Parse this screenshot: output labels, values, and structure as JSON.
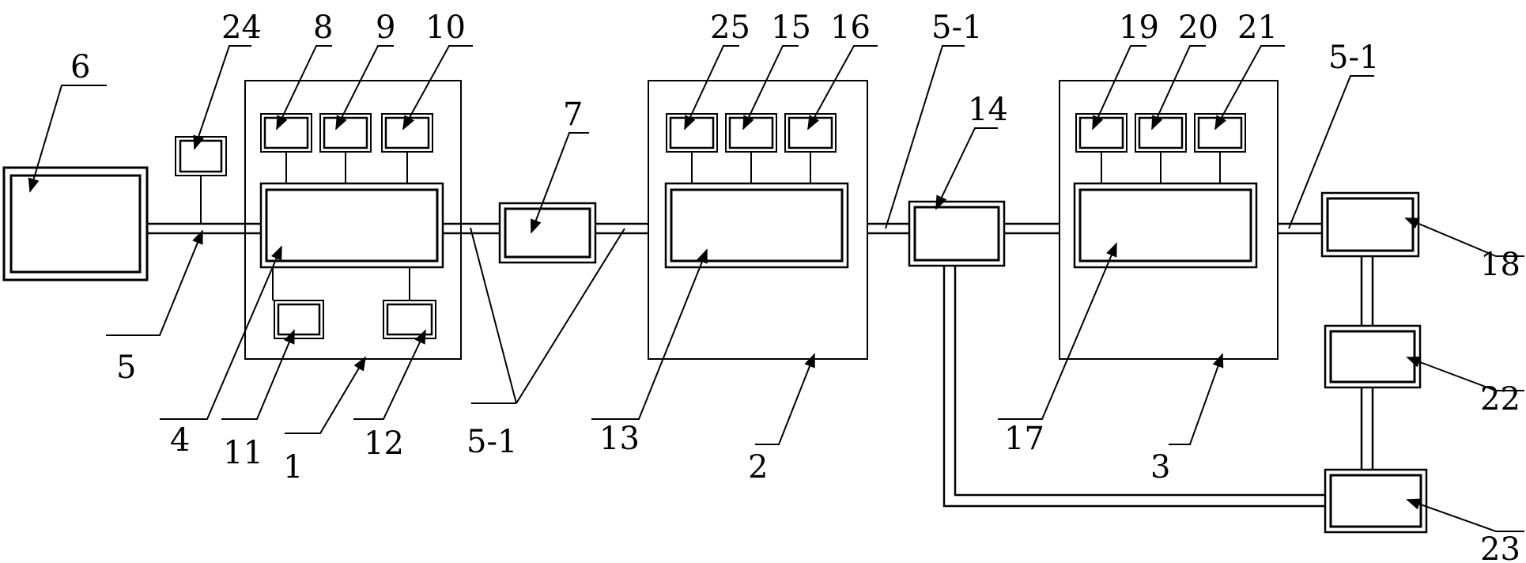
{
  "diagram": {
    "labels": {
      "l1": "1",
      "l2": "2",
      "l3": "3",
      "l4": "4",
      "l5": "5",
      "l5_1a": "5-1",
      "l5_1b": "5-1",
      "l5_1c": "5-1",
      "l6": "6",
      "l7": "7",
      "l8": "8",
      "l9": "9",
      "l10": "10",
      "l11": "11",
      "l12": "12",
      "l13": "13",
      "l14": "14",
      "l15": "15",
      "l16": "16",
      "l17": "17",
      "l18": "18",
      "l19": "19",
      "l20": "20",
      "l21": "21",
      "l22": "22",
      "l23": "23",
      "l24": "24",
      "l25": "25"
    }
  }
}
